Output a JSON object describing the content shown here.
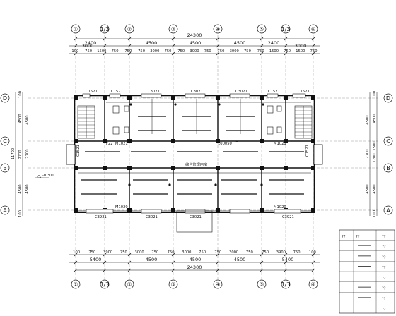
{
  "axes": {
    "x_labels": [
      "①",
      "1/3",
      "②",
      "③",
      "④",
      "⑤",
      "1/3",
      "⑥"
    ],
    "y_labels": [
      "D",
      "C",
      "B",
      "A"
    ]
  },
  "dims": {
    "top_total": "24300",
    "top_row1": [
      "2400",
      "4500",
      "4500",
      "4500",
      "2400"
    ],
    "top_row1_end": [
      "3000",
      "3000"
    ],
    "top_row2": [
      "100",
      "750",
      "1500",
      "750",
      "750",
      "750",
      "3000",
      "750",
      "750",
      "3000",
      "750",
      "750",
      "3000",
      "750",
      "750",
      "1500",
      "750",
      "1500",
      "750"
    ],
    "bottom_row1": [
      "100",
      "750",
      "3900",
      "750",
      "3000",
      "750",
      "750",
      "3000",
      "750",
      "750",
      "3000",
      "750",
      "750",
      "3900",
      "750",
      "100"
    ],
    "bottom_row2": [
      "5400",
      "4500",
      "4500",
      "4500",
      "5400"
    ],
    "bottom_total": "24300",
    "left_total": "11700",
    "left_parts": [
      "100",
      "4500",
      "2700",
      "4500",
      "100"
    ],
    "right_parts": [
      "100",
      "4500",
      "1500",
      "1200",
      "4500",
      "100"
    ]
  },
  "level": "-0.300",
  "labels": {
    "windows_top": [
      "C1521",
      "C1521",
      "C3021",
      "C3021",
      "C3021",
      "C1521",
      "C1521"
    ],
    "windows_bottom": [
      "C3921",
      "C3021",
      "C3021",
      "C3921"
    ],
    "windows_side": [
      "C1521",
      "C1521"
    ],
    "door_left": "M1021",
    "door_right": "M1021",
    "door_bottom_left": "M1020",
    "door_bottom_right": "M1020",
    "corridor": "综合管理用房",
    "stair_note": "100050",
    "stair_note_tail": "门",
    "small_left": "F22"
  },
  "legend": {
    "rows": [
      [
        "??",
        "??",
        "??"
      ],
      [
        "",
        "",
        "??"
      ],
      [
        "",
        "",
        "??"
      ],
      [
        "",
        "",
        "??"
      ],
      [
        "",
        "",
        "??"
      ],
      [
        "",
        "",
        "??"
      ],
      [
        "",
        "",
        "??"
      ],
      [
        "",
        "",
        "??"
      ]
    ]
  }
}
